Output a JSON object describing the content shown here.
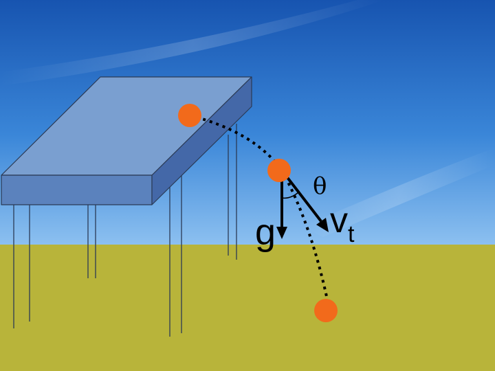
{
  "labels": {
    "gravity": "g",
    "velocity_main": "v",
    "velocity_sub": "t",
    "angle": "θ"
  },
  "colors": {
    "sky_top": "#1a5fb8",
    "sky_bottom": "#7fb8ee",
    "ground": "#b8b43a",
    "table_top": "#7a9fd0",
    "table_front": "#5b82bd",
    "table_side": "#4468a8",
    "ball": "#f26a1b",
    "ink": "#000000"
  }
}
